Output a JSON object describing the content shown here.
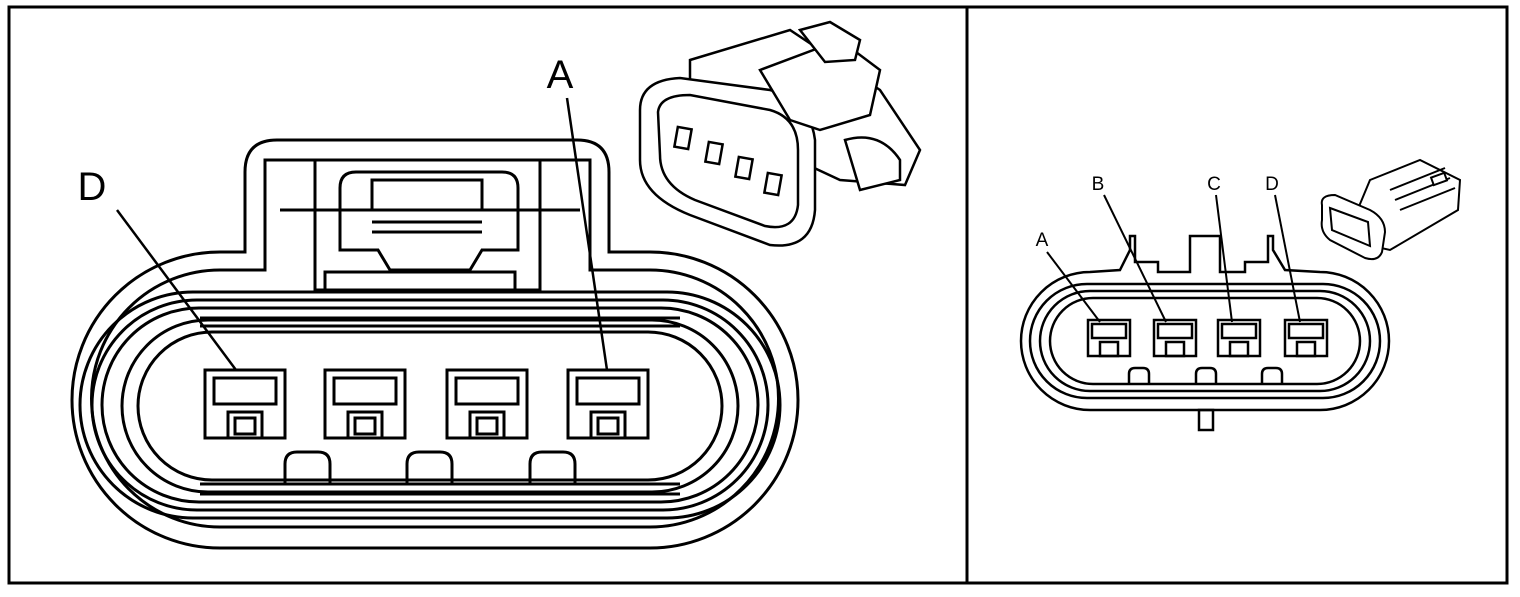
{
  "figure": {
    "left_view": {
      "callouts": [
        "D",
        "A"
      ]
    },
    "right_view": {
      "callouts": [
        "A",
        "B",
        "C",
        "D"
      ]
    }
  },
  "colors": {
    "ink": "#000000",
    "paper": "#ffffff"
  }
}
